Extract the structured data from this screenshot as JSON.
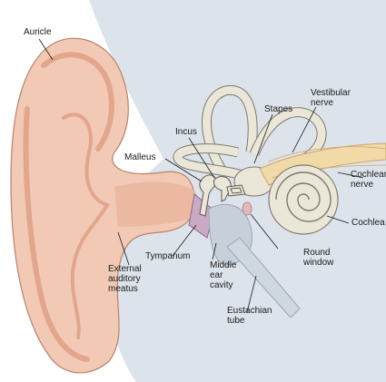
{
  "labels": {
    "auricle": "Auricle",
    "vestibular_nerve": [
      "Vestibular",
      "nerve"
    ],
    "stapes": "Stapes",
    "incus": "Incus",
    "malleus": "Malleus",
    "cochlear_nerve": [
      "Cochlear",
      "nerve"
    ],
    "cochlea": "Cochlea",
    "tympanum": "Tympanum",
    "round_window": [
      "Round",
      "window"
    ],
    "external_auditory_meatus": [
      "External",
      "auditory",
      "meatus"
    ],
    "middle_ear_cavity": [
      "Middle",
      "ear",
      "cavity"
    ],
    "eustachian_tube": [
      "Eustachian",
      "tube"
    ]
  },
  "colors": {
    "skin": "#f2c9b4",
    "skin_shadow": "#e2a68c",
    "skin_outline": "#b8826a",
    "background_tissue": "#dde3ea",
    "bone": "#eae6d8",
    "bone_outline": "#7d7a6d",
    "nerve": "#f1d9a8",
    "tympanum": "#c9a9c4",
    "leader_line": "#1a1a1a"
  }
}
